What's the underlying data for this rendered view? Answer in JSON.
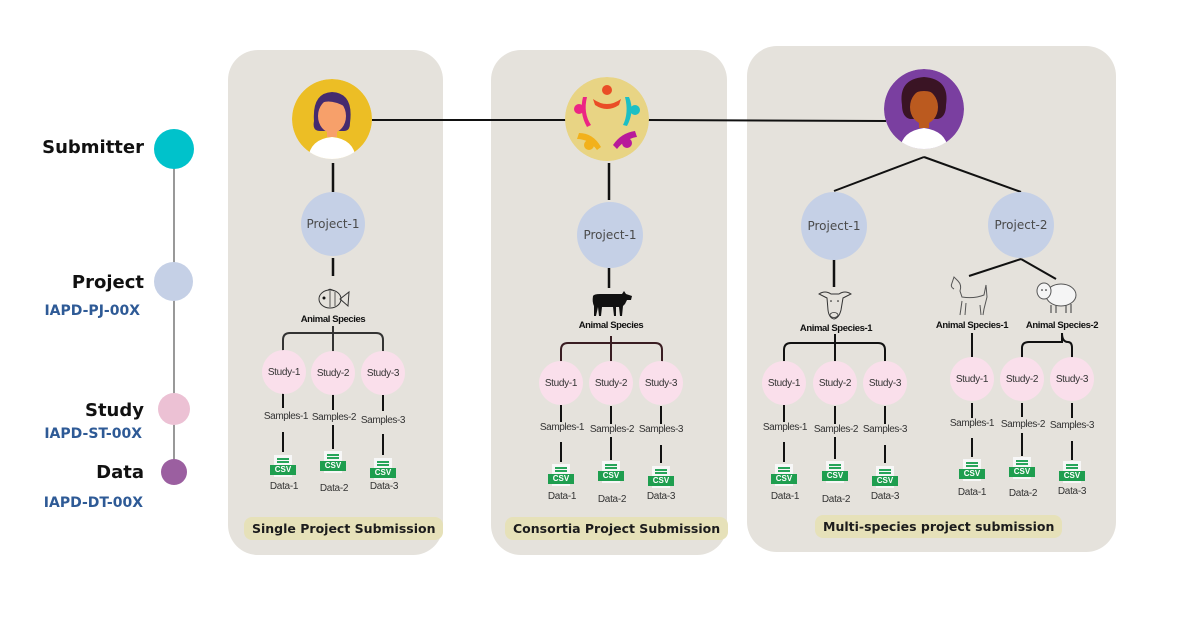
{
  "legend": {
    "levels": [
      {
        "label": "Submitter",
        "code": "",
        "color": "#00c2cb"
      },
      {
        "label": "Project",
        "code": "IAPD-PJ-00X",
        "color": "#c5d0e6"
      },
      {
        "label": "Study",
        "code": "IAPD-ST-00X",
        "color": "#ecc1d4"
      },
      {
        "label": "Data",
        "code": "IAPD-DT-00X",
        "color": "#9b5fa0"
      }
    ]
  },
  "panels": [
    {
      "caption": "Single Project Submission",
      "submitter": "individual-submitter-yellow",
      "projects": [
        {
          "label": "Project-1",
          "species": [
            {
              "label": "Animal Species",
              "icon": "fish-icon",
              "studies": [
                {
                  "label": "Study-1",
                  "samples": "Samples-1",
                  "data": "Data-1",
                  "file": "CSV"
                },
                {
                  "label": "Study-2",
                  "samples": "Samples-2",
                  "data": "Data-2",
                  "file": "CSV"
                },
                {
                  "label": "Study-3",
                  "samples": "Samples-3",
                  "data": "Data-3",
                  "file": "CSV"
                }
              ]
            }
          ]
        }
      ]
    },
    {
      "caption": "Consortia Project Submission",
      "submitter": "consortium-group",
      "projects": [
        {
          "label": "Project-1",
          "species": [
            {
              "label": "Animal Species",
              "icon": "cow-icon",
              "studies": [
                {
                  "label": "Study-1",
                  "samples": "Samples-1",
                  "data": "Data-1",
                  "file": "CSV"
                },
                {
                  "label": "Study-2",
                  "samples": "Samples-2",
                  "data": "Data-2",
                  "file": "CSV"
                },
                {
                  "label": "Study-3",
                  "samples": "Samples-3",
                  "data": "Data-3",
                  "file": "CSV"
                }
              ]
            }
          ]
        }
      ]
    },
    {
      "caption": "Multi-species project submission",
      "submitter": "individual-submitter-purple",
      "projects": [
        {
          "label": "Project-1",
          "species": [
            {
              "label": "Animal Species-1",
              "icon": "cattle-head-icon",
              "studies": [
                {
                  "label": "Study-1",
                  "samples": "Samples-1",
                  "data": "Data-1",
                  "file": "CSV"
                },
                {
                  "label": "Study-2",
                  "samples": "Samples-2",
                  "data": "Data-2",
                  "file": "CSV"
                },
                {
                  "label": "Study-3",
                  "samples": "Samples-3",
                  "data": "Data-3",
                  "file": "CSV"
                }
              ]
            }
          ]
        },
        {
          "label": "Project-2",
          "species": [
            {
              "label": "Animal Species-1",
              "icon": "goat-icon",
              "studies": [
                {
                  "label": "Study-1",
                  "samples": "Samples-1",
                  "data": "Data-1",
                  "file": "CSV"
                }
              ]
            },
            {
              "label": "Animal Species-2",
              "icon": "sheep-icon",
              "studies": [
                {
                  "label": "Study-2",
                  "samples": "Samples-2",
                  "data": "Data-2",
                  "file": "CSV"
                },
                {
                  "label": "Study-3",
                  "samples": "Samples-3",
                  "data": "Data-3",
                  "file": "CSV"
                }
              ]
            }
          ]
        }
      ]
    }
  ]
}
